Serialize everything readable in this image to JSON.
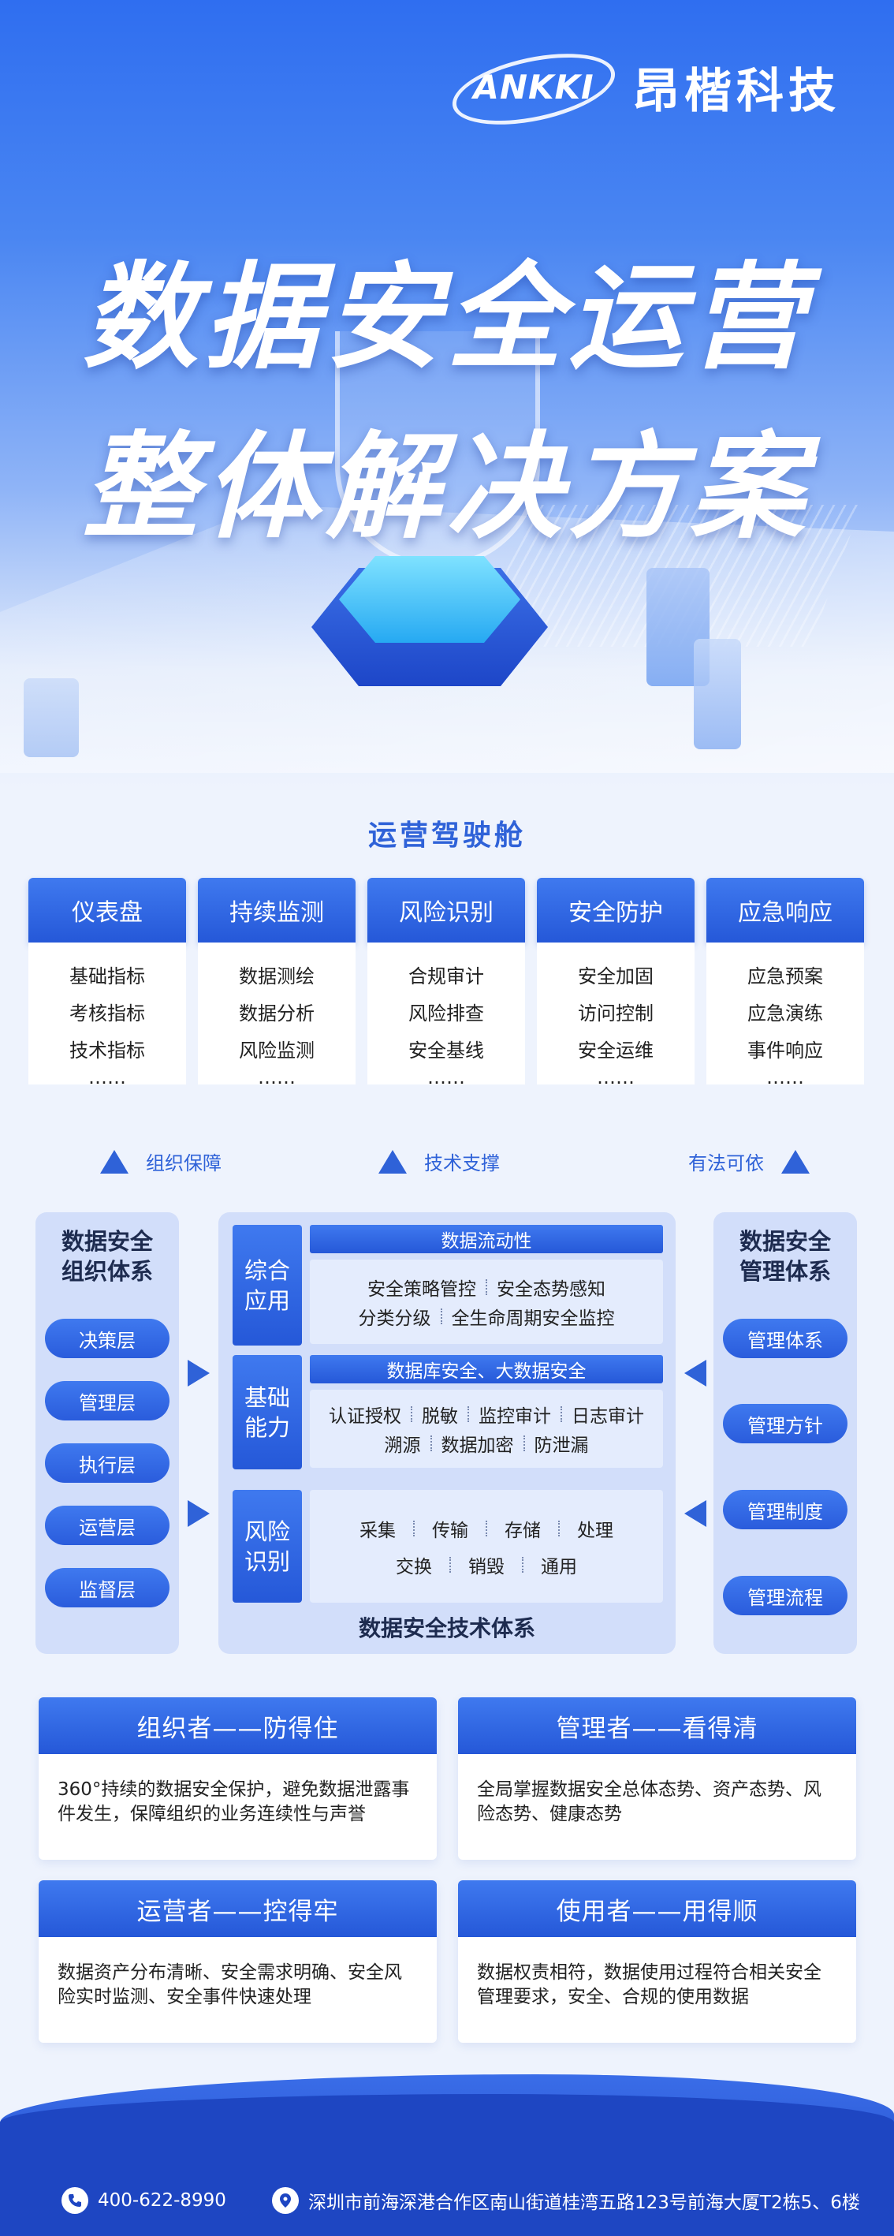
{
  "brand": {
    "logo_en": "ANKKI",
    "logo_cn": "昂楷科技"
  },
  "title": {
    "line1": "数据安全运营",
    "line2": "整体解决方案"
  },
  "cockpit": {
    "title": "运营驾驶舱",
    "columns": [
      {
        "head": "仪表盘",
        "items": [
          "基础指标",
          "考核指标",
          "技术指标",
          "……"
        ]
      },
      {
        "head": "持续监测",
        "items": [
          "数据测绘",
          "数据分析",
          "风险监测",
          "……"
        ]
      },
      {
        "head": "风险识别",
        "items": [
          "合规审计",
          "风险排查",
          "安全基线",
          "……"
        ]
      },
      {
        "head": "安全防护",
        "items": [
          "安全加固",
          "访问控制",
          "安全运维",
          "……"
        ]
      },
      {
        "head": "应急响应",
        "items": [
          "应急预案",
          "应急演练",
          "事件响应",
          "……"
        ]
      }
    ]
  },
  "supports": {
    "org": "组织保障",
    "tech": "技术支撑",
    "law": "有法可依"
  },
  "org_system": {
    "title_l1": "数据安全",
    "title_l2": "组织体系",
    "items": [
      "决策层",
      "管理层",
      "执行层",
      "运营层",
      "监督层"
    ]
  },
  "mgmt_system": {
    "title_l1": "数据安全",
    "title_l2": "管理体系",
    "items": [
      "管理体系",
      "管理方针",
      "管理制度",
      "管理流程"
    ]
  },
  "tech_system": {
    "caption": "数据安全技术体系",
    "app": {
      "side_l1": "综合",
      "side_l2": "应用",
      "bar": "数据流动性",
      "row1": [
        "安全策略管控",
        "安全态势感知"
      ],
      "row2": [
        "分类分级",
        "全生命周期安全监控"
      ]
    },
    "base": {
      "side_l1": "基础",
      "side_l2": "能力",
      "bar": "数据库安全、大数据安全",
      "row1": [
        "认证授权",
        "脱敏",
        "监控审计",
        "日志审计"
      ],
      "row2": [
        "溯源",
        "数据加密",
        "防泄漏"
      ]
    },
    "risk": {
      "side_l1": "风险",
      "side_l2": "识别",
      "row1": [
        "采集",
        "传输",
        "存储",
        "处理"
      ],
      "row2": [
        "交换",
        "销毁",
        "通用"
      ]
    }
  },
  "roles": [
    {
      "head": "组织者——防得住",
      "body": "360°持续的数据安全保护，避免数据泄露事件发生，保障组织的业务连续性与声誉"
    },
    {
      "head": "管理者——看得清",
      "body": "全局掌握数据安全总体态势、资产态势、风险态势、健康态势"
    },
    {
      "head": "运营者——控得牢",
      "body": "数据资产分布清晰、安全需求明确、安全风险实时监测、安全事件快速处理"
    },
    {
      "head": "使用者——用得顺",
      "body": "数据权责相符，数据使用过程符合相关安全管理要求，安全、合规的使用数据"
    }
  ],
  "footer": {
    "phone": "400-622-8990",
    "address": "深圳市前海深港合作区南山街道桂湾五路123号前海大厦T2栋5、6楼",
    "phone_icon": "phone-icon",
    "location_icon": "location-pin-icon"
  },
  "colors": {
    "primary": "#2558d8",
    "accent": "#3f79ef",
    "panel": "#d2defa",
    "footer": "#1e46c2"
  }
}
